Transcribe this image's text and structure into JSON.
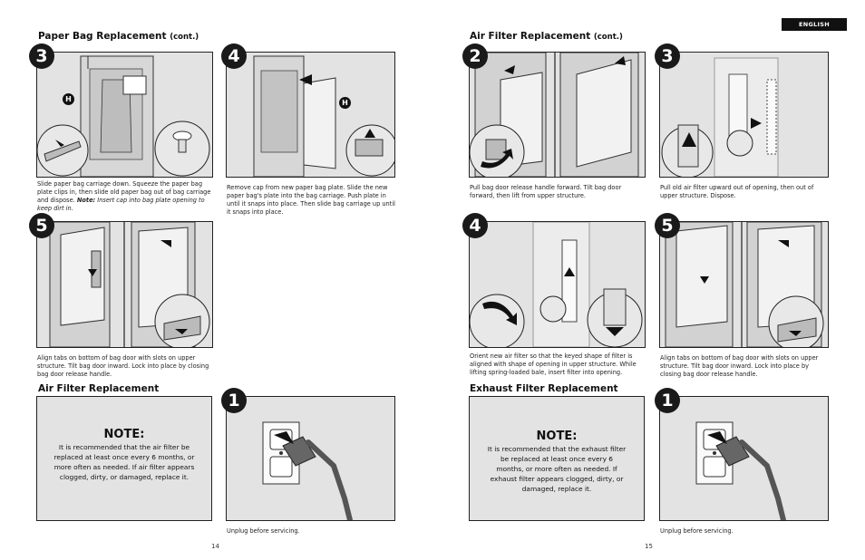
{
  "header": {
    "language_badge": "ENGLISH"
  },
  "left_page": {
    "section1": {
      "title": "Paper Bag Replacement",
      "cont": "(cont.)"
    },
    "step3": {
      "number": "3",
      "callout": "H",
      "caption": "Slide paper bag carriage down. Squeeze the paper bag plate clips in, then slide old paper bag out of bag carriage and dispose.",
      "note_label": "Note:",
      "note_text": "Insert cap into bag plate opening to keep dirt in."
    },
    "step4": {
      "number": "4",
      "callout": "H",
      "caption": "Remove cap from new paper bag plate. Slide the new paper bag's plate into the bag carriage. Push plate in until it snaps into place. Then slide bag carriage up until it snaps into place."
    },
    "step5": {
      "number": "5",
      "caption": "Align tabs on bottom of bag door with slots on upper structure. Tilt bag door inward. Lock into place by closing bag door release handle."
    },
    "section2": {
      "title": "Air Filter Replacement"
    },
    "note": {
      "title": "NOTE:",
      "body": "It is recommended that the air filter be replaced at least once every 6 months, or more often as needed. If air filter appears clogged, dirty, or damaged, replace it."
    },
    "step1": {
      "number": "1",
      "caption": "Unplug before servicing."
    },
    "page_number": "14"
  },
  "right_page": {
    "section1": {
      "title": "Air Filter Replacement",
      "cont": "(cont.)"
    },
    "step2": {
      "number": "2",
      "caption": "Pull bag door release handle forward. Tilt bag door forward, then lift from upper structure."
    },
    "step3": {
      "number": "3",
      "caption": "Pull old air filter upward out of opening, then out of upper structure. Dispose."
    },
    "step4": {
      "number": "4",
      "caption": "Orient new air filter so that the keyed shape of filter is aligned with shape of opening in upper structure. While lifting spring-loaded bale, insert filter into opening."
    },
    "step5": {
      "number": "5",
      "caption": "Align tabs on bottom of bag door with slots on upper structure. Tilt bag door inward. Lock into place by closing bag door release handle."
    },
    "section2": {
      "title": "Exhaust Filter Replacement"
    },
    "note": {
      "title": "NOTE:",
      "body": "It is recommended that the exhaust filter be replaced at least once every 6 months, or more often as needed. If exhaust filter appears clogged, dirty, or damaged, replace it."
    },
    "step1": {
      "number": "1",
      "caption": "Unplug before servicing."
    },
    "page_number": "15"
  }
}
